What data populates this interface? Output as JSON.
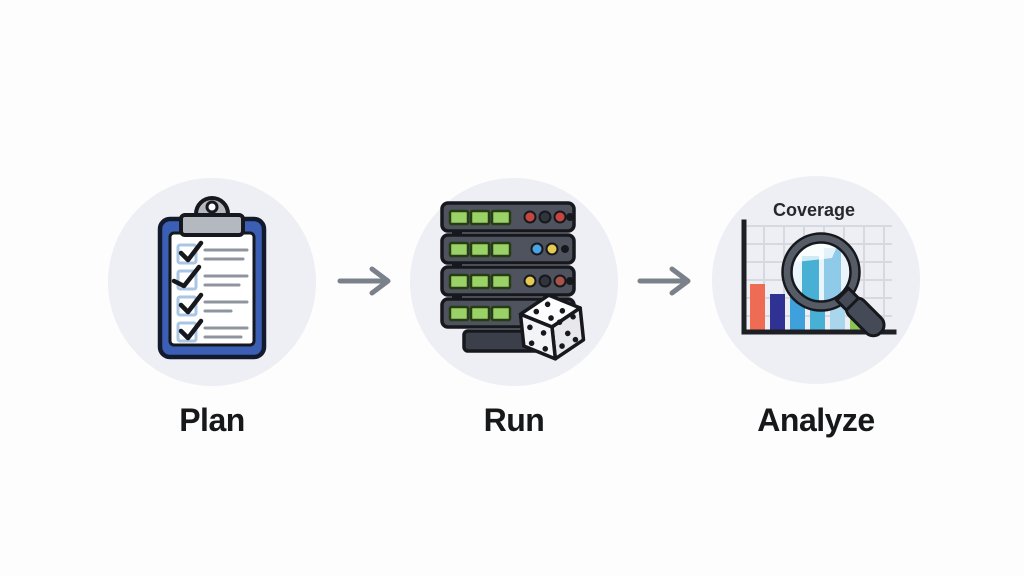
{
  "page": {
    "type": "process-flow-diagram",
    "background_color": "#fdfdfd"
  },
  "steps": [
    {
      "label": "Plan",
      "icon": "clipboard-checklist-icon",
      "icon_details": {
        "checklist_rows": 4,
        "all_checked": true,
        "clipboard_color": "#3a5fb5",
        "clip_color": "#b4b8bf",
        "checkbox_border_color": "#a9c6e4"
      }
    },
    {
      "label": "Run",
      "icon": "server-stack-with-dice-icon",
      "icon_details": {
        "server_units": 4,
        "body_color": "#4e535e",
        "slot_color": "#9bd267",
        "led_colors_row1": [
          "#c5463f",
          "#30343d",
          "#c5463f"
        ],
        "led_colors_row2": [
          "#4aa3e4",
          "#e5cb52"
        ],
        "led_colors_row3": [
          "#e5cb52",
          "#30343d",
          "#a8544b"
        ],
        "has_dice": true
      }
    },
    {
      "label": "Analyze",
      "chart_title": "Coverage",
      "icon": "bar-chart-with-magnifier-icon",
      "icon_details": {
        "bar_colors": [
          "#ee6b54",
          "#2f3193",
          "#3fa1dc",
          "#49b0d5",
          "#a9d6ec",
          "#8cc356"
        ],
        "bar_relative_heights": [
          48,
          38,
          52,
          40,
          34,
          30
        ],
        "grid": true,
        "magnifier": true
      }
    }
  ],
  "arrows": [
    {
      "from": "Plan",
      "to": "Run",
      "direction": "right"
    },
    {
      "from": "Run",
      "to": "Analyze",
      "direction": "right"
    }
  ],
  "colors": {
    "circle_background": "#edeff4",
    "arrow": "#7b818a",
    "label_text": "#17181a"
  }
}
